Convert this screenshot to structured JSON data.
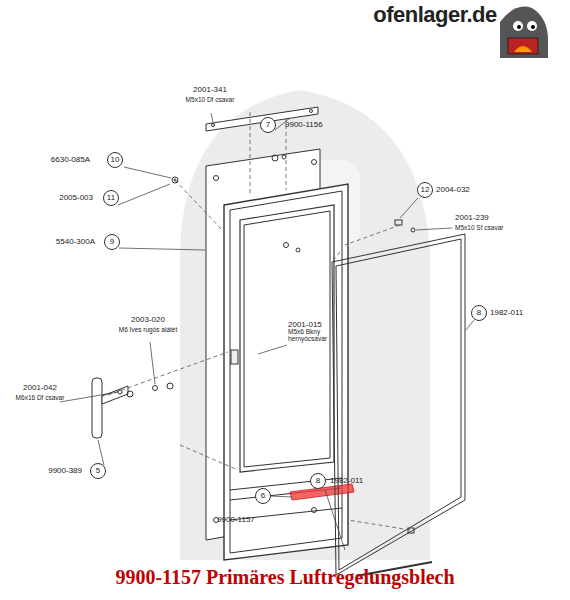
{
  "diagram": {
    "title": "9900-1157 Primäres Luftregelungsblech",
    "labels": [
      "ofenlager.de",
      "2001-341",
      "M5x10 Df csavar",
      "7",
      "9900-1156",
      "6630-085A",
      "10",
      "12",
      "2004-032",
      "2005-003",
      "11",
      "2001-239",
      "M5x10 Sf csavar",
      "5540-300A",
      "9",
      "8",
      "1982-011",
      "2003-020",
      "M6 Ives rugós alátét",
      "2001-015",
      "M5x6 Bkny hernyócsavar",
      "2001-042",
      "M6x16 Df csavar",
      "8",
      "1982-011",
      "9900-389",
      "5",
      "6",
      "9900-1157"
    ]
  }
}
